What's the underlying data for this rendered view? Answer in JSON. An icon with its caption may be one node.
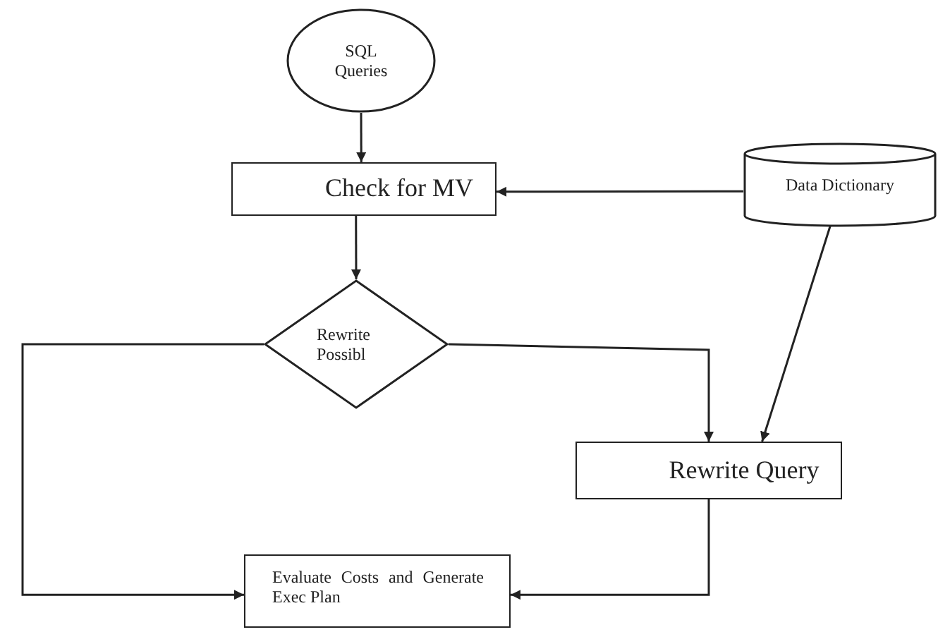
{
  "diagram": {
    "nodes": [
      {
        "text": [
          "SQL Queries"
        ]
      },
      {
        "text": [
          "Check for MV"
        ]
      },
      {
        "text": [
          "Data Dictionary"
        ]
      },
      {
        "text": [
          "Rewrite Possibl"
        ]
      },
      {
        "text": [
          "Rewrite Query"
        ]
      },
      {
        "text": [
          "Evaluate Costs and Generate Exec Plan"
        ]
      }
    ],
    "edges": [
      {
        "from": 0,
        "to": 1,
        "arrow": "to"
      },
      {
        "from": 2,
        "to": 1,
        "arrow": "to"
      },
      {
        "from": 1,
        "to": 3,
        "arrow": "to"
      },
      {
        "from": 3,
        "to": 4,
        "arrow": "to"
      },
      {
        "from": 2,
        "to": 4,
        "arrow": "to"
      },
      {
        "from": 3,
        "to": 5,
        "arrow": "to"
      },
      {
        "from": 4,
        "to": 5,
        "arrow": "to"
      }
    ]
  }
}
